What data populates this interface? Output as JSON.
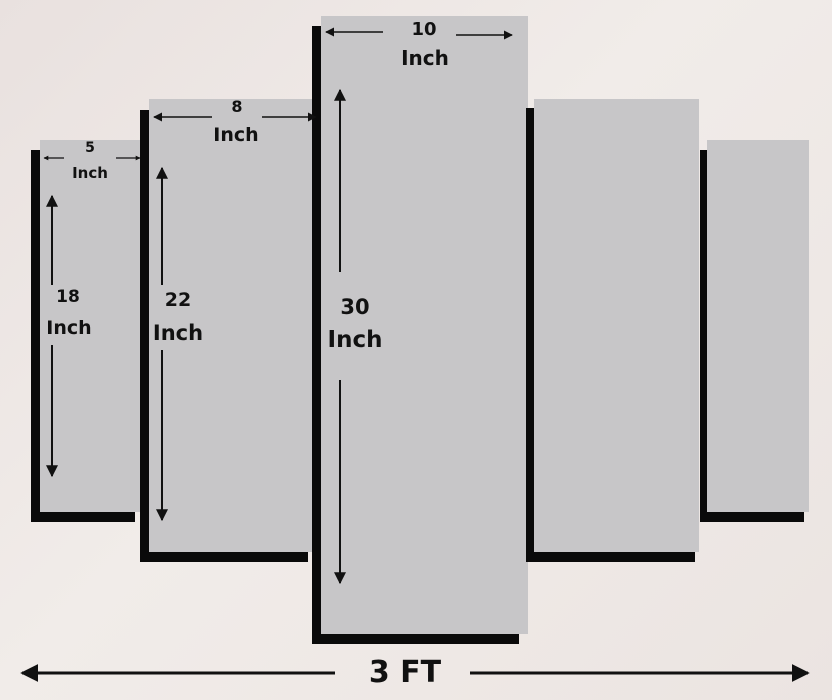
{
  "panels": [
    {
      "id": "panel-1",
      "width_label": "5",
      "width_unit": "Inch",
      "height_label": "18",
      "height_unit": "Inch"
    },
    {
      "id": "panel-2",
      "width_label": "8",
      "width_unit": "Inch",
      "height_label": "22",
      "height_unit": "Inch"
    },
    {
      "id": "panel-3",
      "width_label": "10",
      "width_unit": "Inch",
      "height_label": "30",
      "height_unit": "Inch"
    },
    {
      "id": "panel-4"
    },
    {
      "id": "panel-5"
    }
  ],
  "total": {
    "label": "3 FT"
  },
  "colors": {
    "panel": "#c7c6c8",
    "shadow": "#0a0a0a",
    "background": "#efe9e6",
    "ink": "#111111"
  }
}
